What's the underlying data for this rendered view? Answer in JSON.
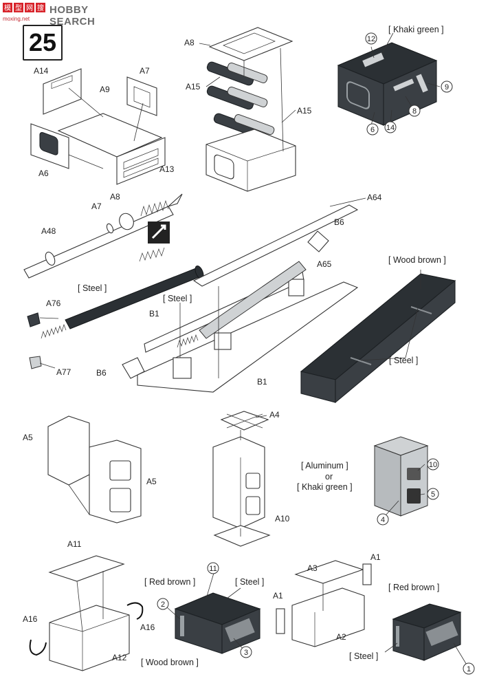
{
  "watermark": {
    "brand": "HOBBY SEARCH",
    "site": "moxing.net"
  },
  "step": "25",
  "notes": {
    "khaki_green": "[ Khaki green ]",
    "wood_brown_top": "[ Wood brown ]",
    "steel_barrel": "[ Steel ]",
    "steel_breech": "[ Steel ]",
    "steel_crate": "[ Steel ]",
    "aluminum": "[ Aluminum ]",
    "or": "or",
    "khaki_green_2": "[ Khaki green ]",
    "red_brown_left": "[ Red brown ]",
    "steel_left": "[ Steel ]",
    "wood_brown_bottom": "[ Wood brown ]",
    "red_brown_right": "[ Red brown ]",
    "steel_right": "[ Steel ]"
  },
  "parts": {
    "a14": "A14",
    "a7_top": "A7",
    "a9": "A9",
    "a6": "A6",
    "a13": "A13",
    "a8_top": "A8",
    "a15_left": "A15",
    "a15_right": "A15",
    "a7_mid": "A7",
    "a8_mid": "A8",
    "a48": "A48",
    "a64": "A64",
    "b6_top": "B6",
    "a65": "A65",
    "a76": "A76",
    "a77": "A77",
    "b1_left": "B1",
    "b6_left": "B6",
    "b1_bottom": "B1",
    "a5_left": "A5",
    "a5_right": "A5",
    "a4": "A4",
    "a10": "A10",
    "a11": "A11",
    "a16_left": "A16",
    "a16_right": "A16",
    "a12": "A12",
    "a3": "A3",
    "a1_right": "A1",
    "a1_left": "A1",
    "a2": "A2"
  },
  "decals": {
    "d12": "12",
    "d9": "9",
    "d8": "8",
    "d6": "6",
    "d14": "14",
    "d10": "10",
    "d5": "5",
    "d4": "4",
    "d11": "11",
    "d2": "2",
    "d3": "3",
    "d1": "1"
  }
}
